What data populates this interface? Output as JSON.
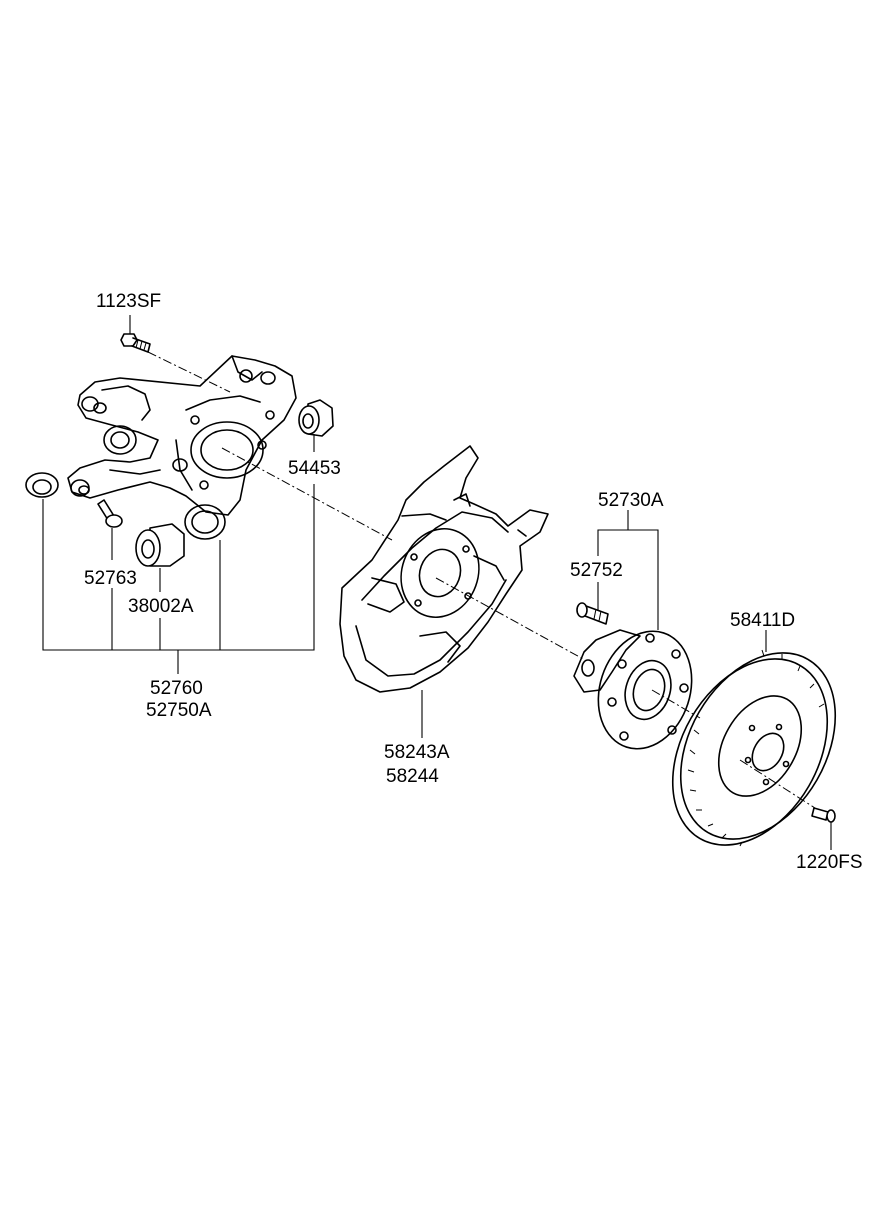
{
  "labels": {
    "bolt_1123sf": "1123SF",
    "bushing_54453": "54453",
    "bolt_52763": "52763",
    "bushing_38002a": "38002A",
    "knuckle_52760": "52760",
    "knuckle_52750a": "52750A",
    "shield_58243a": "58243A",
    "shield_58244": "58244",
    "hub_52730a": "52730A",
    "bolt_52752": "52752",
    "disc_58411d": "58411D",
    "screw_1220fs": "1220FS"
  }
}
